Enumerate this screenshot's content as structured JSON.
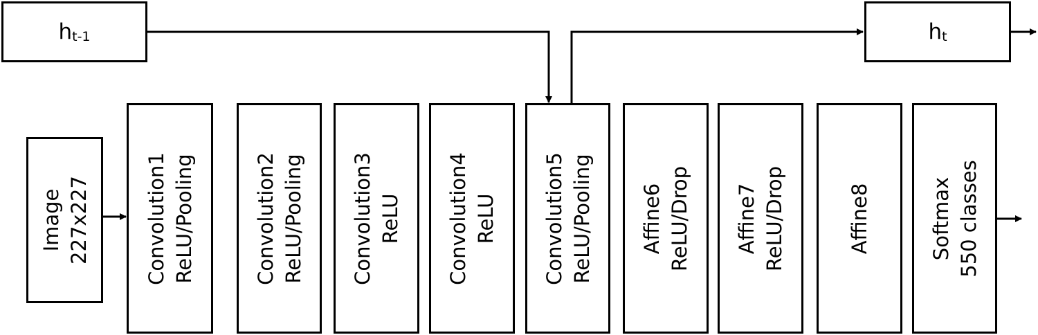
{
  "state": {
    "prev": {
      "base": "h",
      "sub": "t-1"
    },
    "next": {
      "base": "h",
      "sub": "t"
    }
  },
  "input": {
    "line1": "Image",
    "line2": "227x227"
  },
  "layers": [
    {
      "line1": "Convolution1",
      "line2": "ReLU/Pooling"
    },
    {
      "line1": "Convolution2",
      "line2": "ReLU/Pooling"
    },
    {
      "line1": "Convolution3",
      "line2": "ReLU"
    },
    {
      "line1": "Convolution4",
      "line2": "ReLU"
    },
    {
      "line1": "Convolution5",
      "line2": "ReLU/Pooling"
    },
    {
      "line1": "Affine6",
      "line2": "ReLU/Drop"
    },
    {
      "line1": "Affine7",
      "line2": "ReLU/Drop"
    },
    {
      "line1": "Affine8",
      "line2": ""
    },
    {
      "line1": "Softmax",
      "line2": "550 classes"
    }
  ],
  "colors": {
    "stroke": "#000000",
    "fill": "#ffffff"
  }
}
